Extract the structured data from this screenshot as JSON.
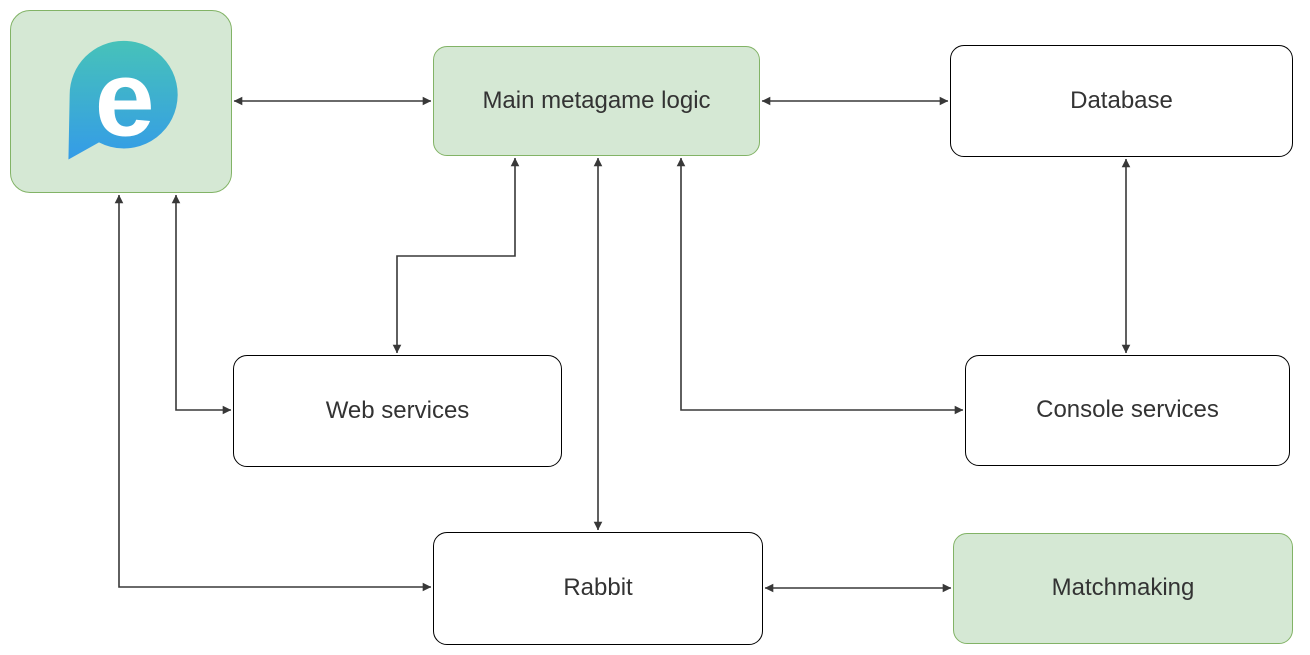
{
  "diagram": {
    "type": "architecture-flowchart",
    "background": "#ffffff",
    "palette": {
      "green_fill": "#d5e8d4",
      "green_border": "#82b366",
      "white_fill": "#ffffff",
      "white_border": "#000000",
      "connector_color": "#383838",
      "text_color": "#333333",
      "logo_gradient_top": "#47c3b8",
      "logo_gradient_bottom": "#349be8",
      "logo_letter_color": "#ffffff"
    },
    "nodes": [
      {
        "id": "client",
        "label": "",
        "style": "green",
        "icon": "e-speech-bubble-logo",
        "logo_letter": "e"
      },
      {
        "id": "main",
        "label": "Main metagame logic",
        "style": "green"
      },
      {
        "id": "database",
        "label": "Database",
        "style": "white"
      },
      {
        "id": "web",
        "label": "Web services",
        "style": "white"
      },
      {
        "id": "console",
        "label": "Console services",
        "style": "white"
      },
      {
        "id": "rabbit",
        "label": "Rabbit",
        "style": "white"
      },
      {
        "id": "matchmaking",
        "label": "Matchmaking",
        "style": "green"
      }
    ],
    "connections": [
      {
        "from": "client",
        "to": "main",
        "bidirectional": true
      },
      {
        "from": "main",
        "to": "database",
        "bidirectional": true
      },
      {
        "from": "database",
        "to": "console",
        "bidirectional": true
      },
      {
        "from": "main",
        "to": "web",
        "bidirectional": true
      },
      {
        "from": "client",
        "to": "web",
        "bidirectional": true
      },
      {
        "from": "client",
        "to": "rabbit",
        "bidirectional": true
      },
      {
        "from": "main",
        "to": "rabbit",
        "bidirectional": true
      },
      {
        "from": "main",
        "to": "console",
        "bidirectional": true
      },
      {
        "from": "rabbit",
        "to": "matchmaking",
        "bidirectional": true
      }
    ]
  }
}
